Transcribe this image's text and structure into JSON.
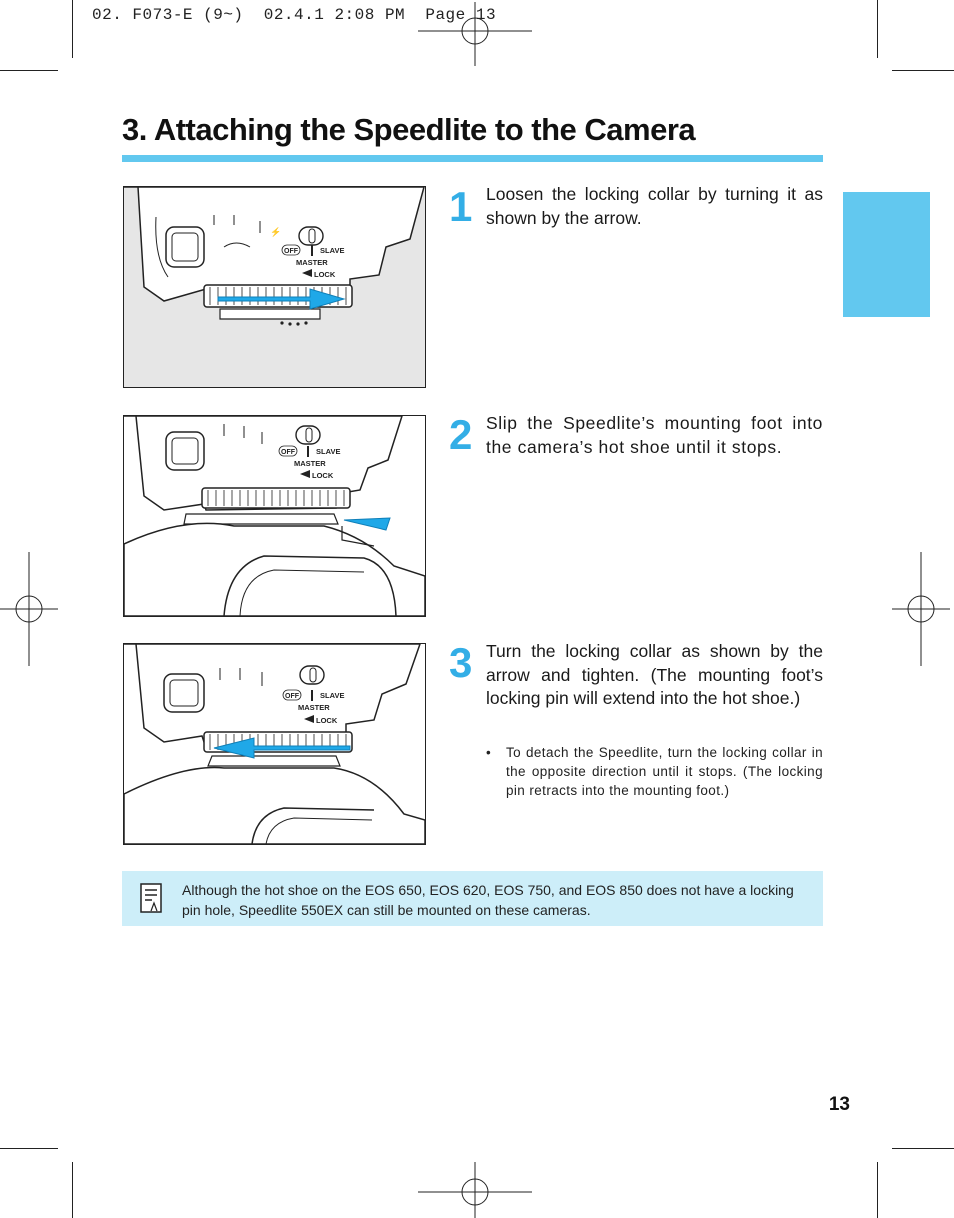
{
  "header": {
    "slug": "02. F073-E (9~)  02.4.1 2:08 PM  Page 13"
  },
  "page": {
    "title": "3. Attaching the Speedlite to the Camera",
    "number": "13"
  },
  "colors": {
    "accent": "#62c8ef",
    "step_number": "#33aee6",
    "note_bg": "#cdeef9",
    "arrow": "#1fa8e8"
  },
  "steps": [
    {
      "number": "1",
      "text": "Loosen the locking collar by turning it as shown by the arrow."
    },
    {
      "number": "2",
      "text": "Slip the Speedlite’s mounting foot into the camera’s hot shoe until it stops."
    },
    {
      "number": "3",
      "text": "Turn the locking collar as shown by the arrow and tighten. (The mounting foot’s locking pin will extend into the hot shoe.)",
      "bullet_mark": "•",
      "bullet": "To detach the Speedlite, turn the locking collar in the opposite direction until it stops. (The locking pin retracts into the mounting foot.)"
    }
  ],
  "figure_labels": {
    "off": "OFF",
    "slave": "SLAVE",
    "master": "MASTER",
    "lock": "LOCK"
  },
  "note": {
    "icon": "memo-note-icon",
    "text": "Although the hot shoe on the EOS 650, EOS 620, EOS 750, and EOS 850 does not have a locking pin hole, Speedlite 550EX can still be mounted on these cameras."
  }
}
